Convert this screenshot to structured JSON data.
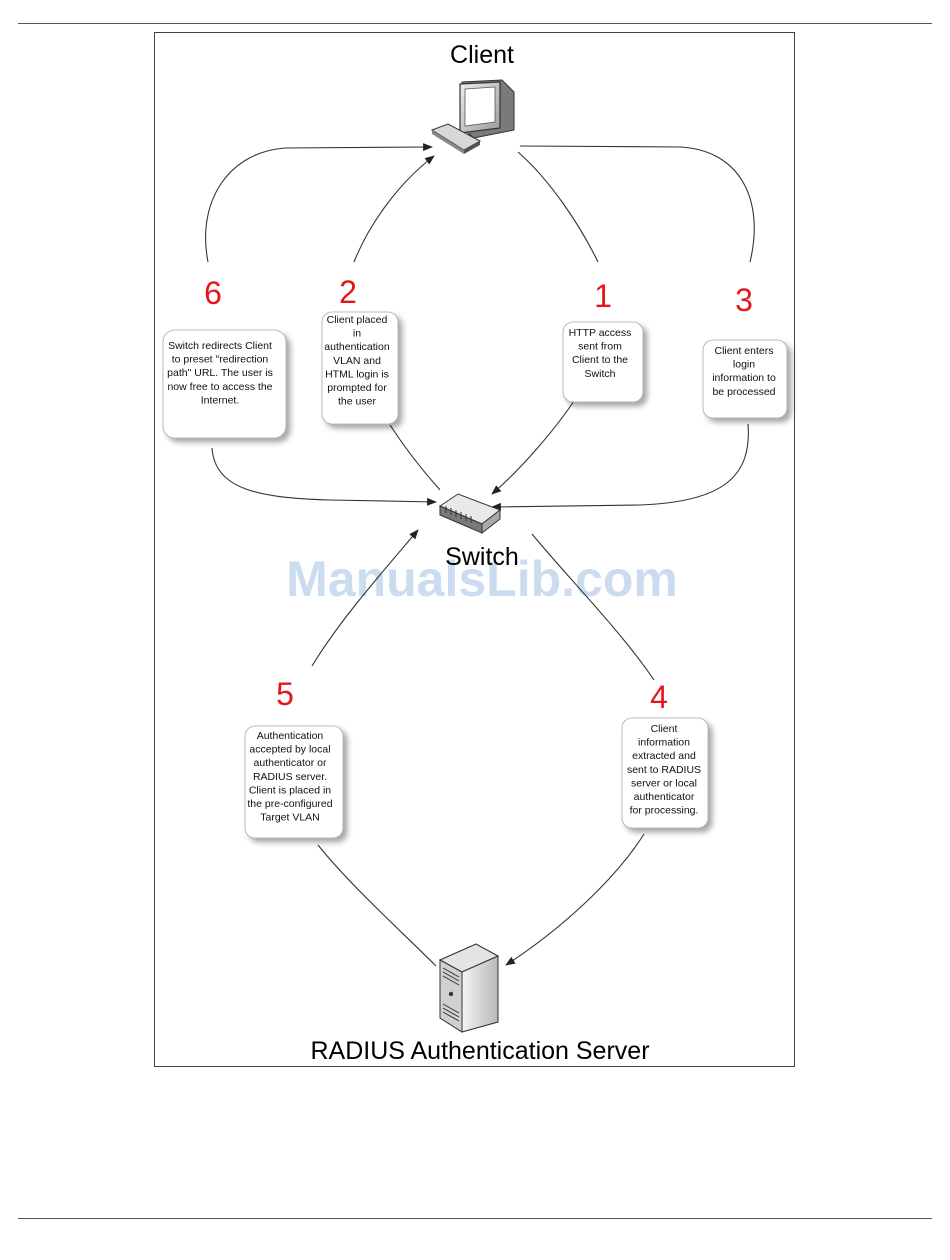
{
  "diagram": {
    "nodes": {
      "client": "Client",
      "switch": "Switch",
      "server": "RADIUS Authentication Server"
    },
    "steps": [
      {
        "number": "1",
        "lines": [
          "HTTP access",
          "sent from",
          "Client to the",
          "Switch"
        ]
      },
      {
        "number": "2",
        "lines": [
          "Client placed",
          "in",
          "authentication",
          "VLAN and",
          "HTML login is",
          "prompted for",
          "the user"
        ]
      },
      {
        "number": "3",
        "lines": [
          "Client enters",
          "login",
          "information to",
          "be processed"
        ]
      },
      {
        "number": "4",
        "lines": [
          "Client",
          "information",
          "extracted and",
          "sent to RADIUS",
          "server or local",
          "authenticator",
          "for processing."
        ]
      },
      {
        "number": "5",
        "lines": [
          "Authentication",
          "accepted by local",
          "authenticator or",
          "RADIUS server.",
          "Client is placed in",
          "the pre-configured",
          "Target VLAN"
        ]
      },
      {
        "number": "6",
        "lines": [
          "Switch redirects Client",
          "to preset \"redirection",
          "path\" URL. The user is",
          "now free to access the",
          "Internet."
        ]
      }
    ],
    "colors": {
      "step_number": "#e3161c",
      "line": "#333333",
      "watermark": "#c2d6ee"
    }
  },
  "watermark": "ManualsLib.com"
}
